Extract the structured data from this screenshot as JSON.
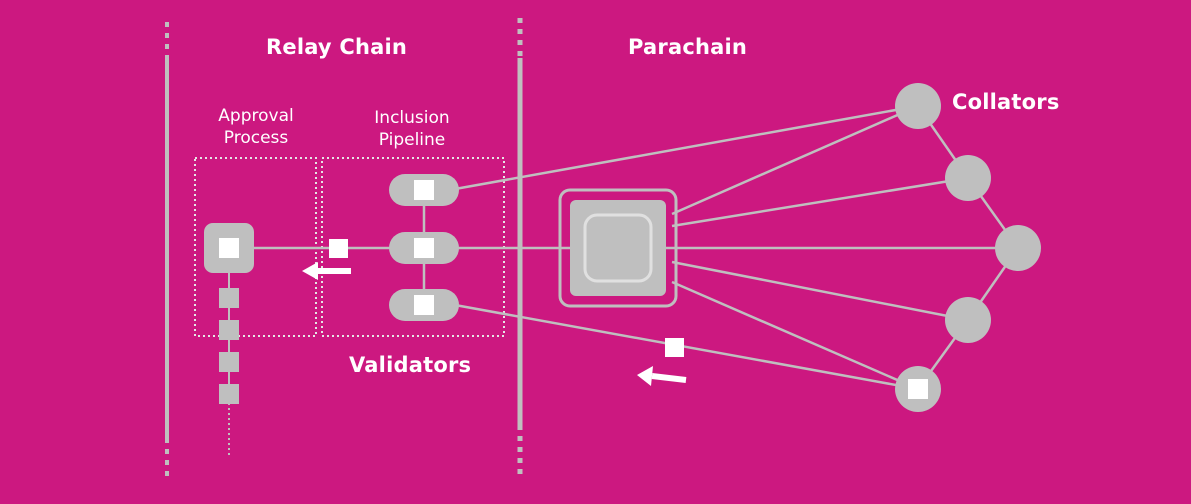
{
  "colors": {
    "background": "#cc1880",
    "element": "#bfbfbf",
    "text": "#ffffff"
  },
  "labels": {
    "relay_chain": "Relay Chain",
    "parachain": "Parachain",
    "collators": "Collators",
    "validators": "Validators",
    "approval_process_line1": "Approval",
    "approval_process_line2": "Process",
    "inclusion_pipeline_line1": "Inclusion",
    "inclusion_pipeline_line2": "Pipeline"
  },
  "diagram": {
    "validator_count": 3,
    "collator_count": 5,
    "approval_queue_blocks": 4
  }
}
